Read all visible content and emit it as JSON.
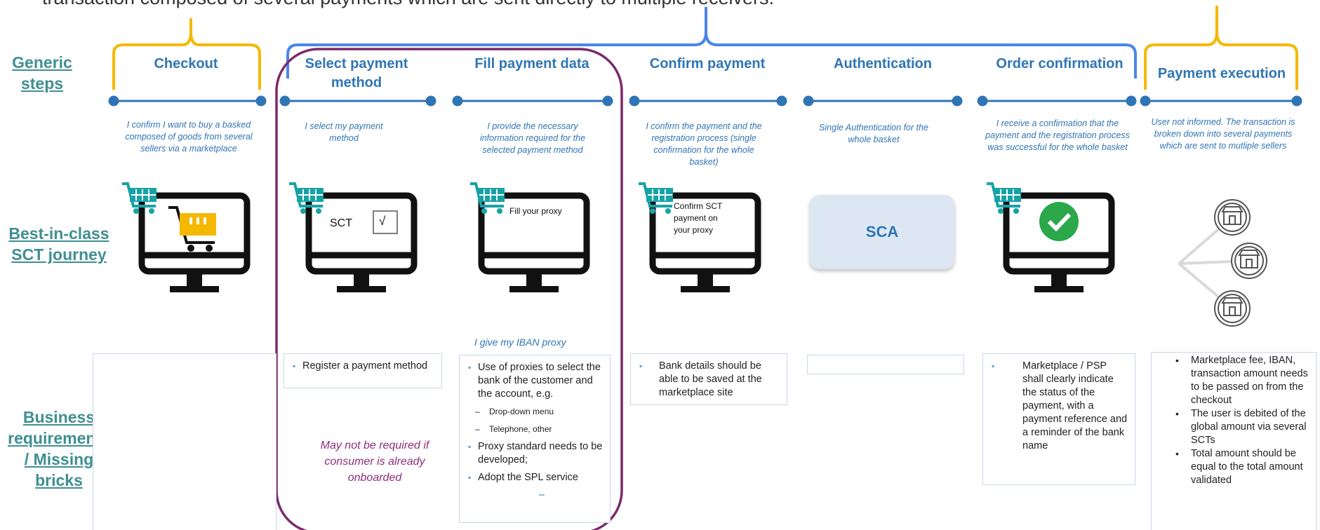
{
  "intro_text": "transaction composed of several payments which are sent directly to multiple receivers.",
  "row_labels": {
    "generic": "Generic steps",
    "sct": "Best-in-class SCT journey",
    "business": "Business requirements / Missing bricks"
  },
  "steps": [
    {
      "title": "Checkout",
      "desc": "I confirm I want to buy a basked composed of goods from several sellers via a marketplace"
    },
    {
      "title": "Select payment method",
      "desc": "I select my payment method"
    },
    {
      "title": "Fill payment data",
      "desc": "I provide the necessary information required for the selected payment method"
    },
    {
      "title": "Confirm payment",
      "desc": "I confirm the payment and the registration process (single confirmation for the whole basket)"
    },
    {
      "title": "Authentication",
      "desc": "Single Authentication for the whole basket"
    },
    {
      "title": "Order confirmation",
      "desc": "I receive a confirmation that the payment and the registration process was successful for the whole basket"
    },
    {
      "title": "Payment execution",
      "desc": "User not informed. The transaction is broken down into several payments which are sent to mutliple sellers"
    }
  ],
  "screens": {
    "select_sct": "SCT",
    "select_check": "√",
    "fill_text": "Fill your proxy",
    "confirm_l1": "Confirm SCT",
    "confirm_l2": "payment on",
    "confirm_l3": "your proxy",
    "sca": "SCA"
  },
  "notes": {
    "iban": "I give my IBAN proxy",
    "onboarded": "May not be required if consumer is already onboarded"
  },
  "requirements": {
    "select": [
      "Register a payment method"
    ],
    "fill": {
      "item1": "Use of proxies to select the bank of the customer and the account, e.g.",
      "sub1": "Drop-down menu",
      "sub2": "Telephone, other",
      "item2": "Proxy standard needs to be developed;",
      "item3": "Adopt the SPL service",
      "dash": "–"
    },
    "confirm": [
      "Bank details should be able to be saved at the marketplace site"
    ],
    "order": [
      "Marketplace / PSP shall clearly indicate the status of the payment, with a payment reference and a reminder of the bank name"
    ],
    "execution": [
      "Marketplace fee, IBAN, transaction amount needs to be passed on from the checkout",
      "The user is debited of the global amount via several SCTs",
      "Total amount should be equal to the total amount validated"
    ]
  },
  "colors": {
    "teal": "#3f8f91",
    "blue": "#2f75b5",
    "yellow_brace": "#f5b800",
    "blue_brace": "#4a86e8",
    "purple": "#7b2a6b",
    "cart_teal": "#17a3a6",
    "cart_yellow": "#f5b800",
    "check_green": "#2aa84a"
  }
}
